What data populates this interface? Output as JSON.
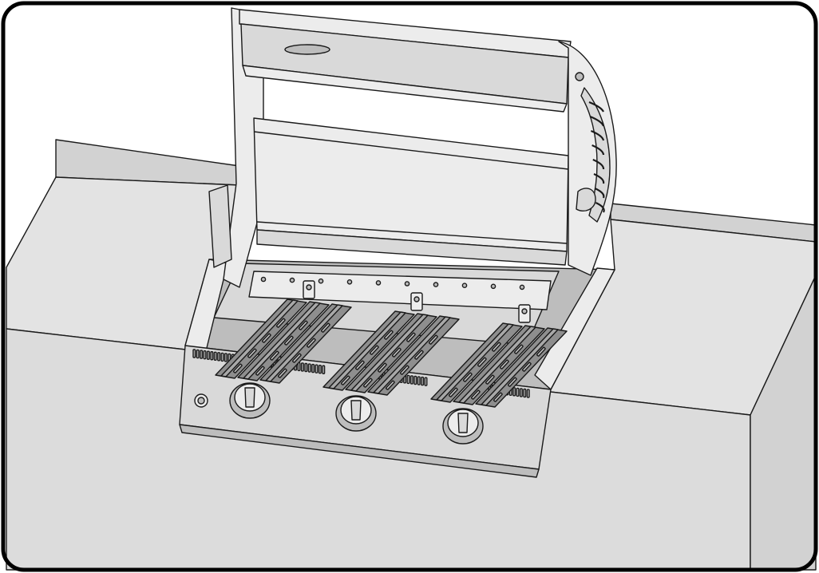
{
  "illustration": {
    "subject": "built-in-gas-grill-open-lid",
    "burner_shields": 3,
    "control_knobs": 3,
    "colors": {
      "background": "#ffffff",
      "frame": "#000000",
      "countertop_top": "#e3e3e3",
      "countertop_front": "#dcdcdc",
      "countertop_side": "#d2d2d2",
      "steel_light": "#ececec",
      "steel_mid": "#d9d9d9",
      "steel_dark": "#bdbdbd",
      "shield_gray": "#8e8e8e",
      "shield_highlight": "#a8a8a8",
      "line": "#1a1a1a"
    }
  }
}
